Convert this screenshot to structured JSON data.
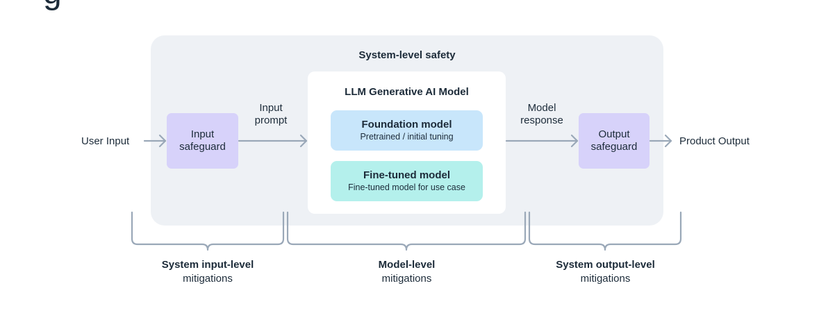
{
  "diagram": {
    "cropped_glyph": "g",
    "system_title": "System-level safety",
    "model_title": "LLM Generative AI Model",
    "foundation": {
      "title": "Foundation model",
      "subtitle": "Pretrained / initial tuning"
    },
    "finetuned": {
      "title": "Fine-tuned model",
      "subtitle": "Fine-tuned model for use case"
    },
    "input_safeguard": {
      "line1": "Input",
      "line2": "safeguard"
    },
    "output_safeguard": {
      "line1": "Output",
      "line2": "safeguard"
    },
    "user_input": "User Input",
    "input_prompt": {
      "line1": "Input",
      "line2": "prompt"
    },
    "model_response": {
      "line1": "Model",
      "line2": "response"
    },
    "product_output": "Product Output",
    "captions": {
      "input_level": {
        "bold": "System input-level",
        "light": "mitigations"
      },
      "model_level": {
        "bold": "Model-level",
        "light": "mitigations"
      },
      "output_level": {
        "bold": "System output-level",
        "light": "mitigations"
      }
    },
    "colors": {
      "system_panel": "#eef1f5",
      "safeguard": "#d7d2fa",
      "foundation": "#c8e6fb",
      "finetuned": "#b4f0ec",
      "arrow": "#9aa8b8",
      "text": "#1c2b39"
    }
  }
}
